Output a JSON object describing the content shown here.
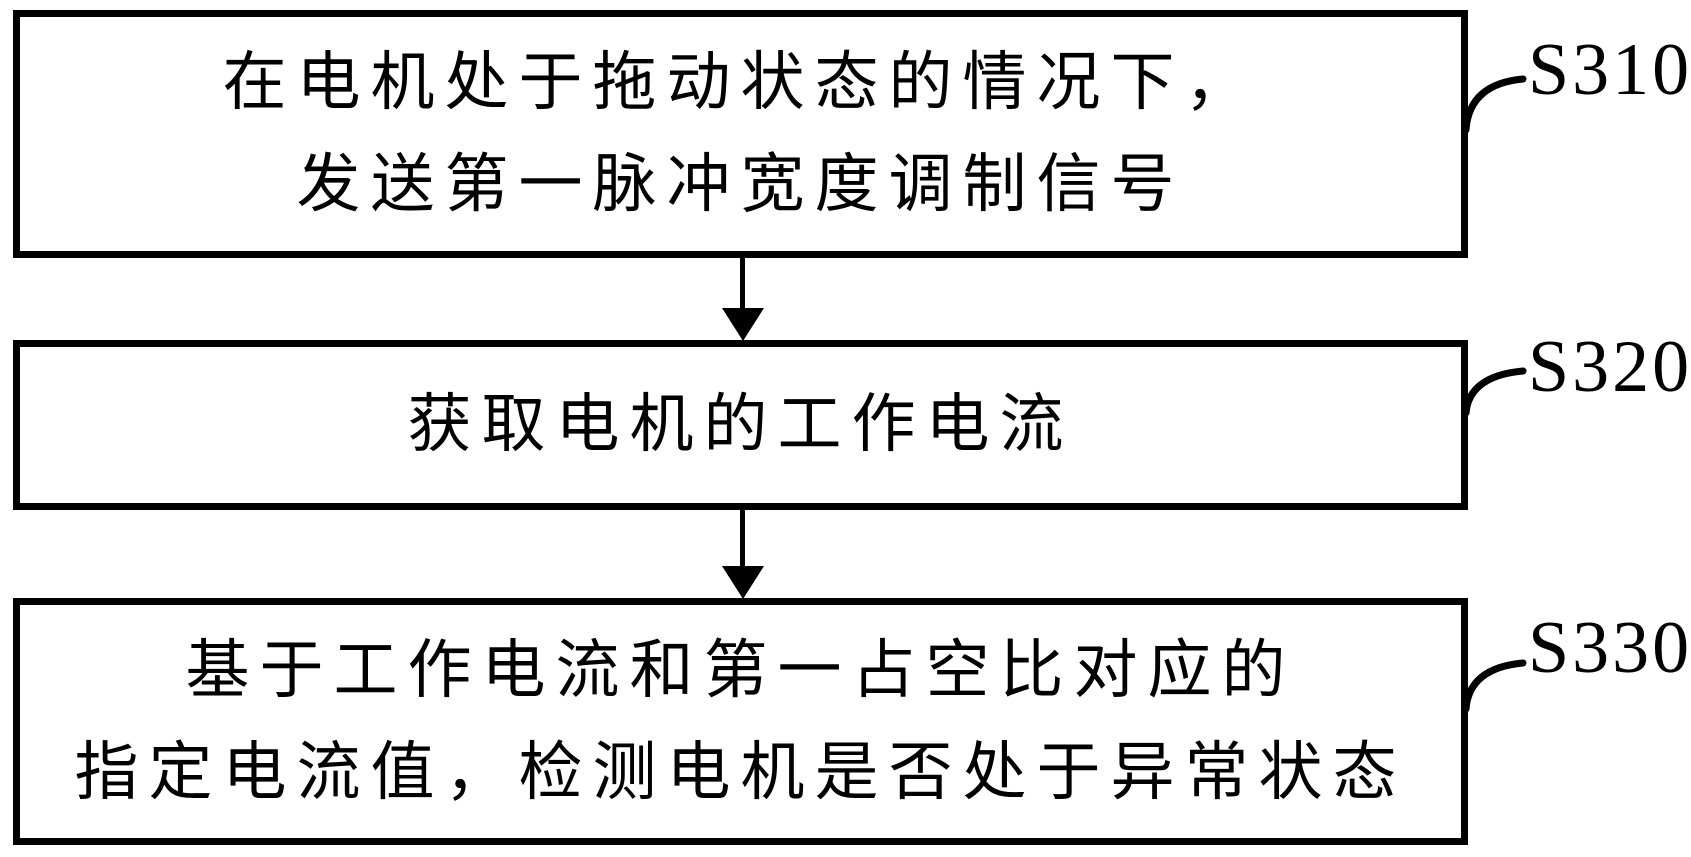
{
  "diagram": {
    "type": "flowchart",
    "background_color": "#ffffff",
    "line_color": "#000000",
    "steps": [
      {
        "label": "S310",
        "lines": [
          "在电机处于拖动状态的情况下，",
          "发送第一脉冲宽度调制信号"
        ]
      },
      {
        "label": "S320",
        "lines": [
          "获取电机的工作电流"
        ]
      },
      {
        "label": "S330",
        "lines": [
          "基于工作电流和第一占空比对应的",
          "指定电流值，检测电机是否处于异常状态"
        ]
      }
    ],
    "connectors": [
      {
        "from": "S310",
        "to": "S320",
        "style": "down-arrow"
      },
      {
        "from": "S320",
        "to": "S330",
        "style": "down-arrow"
      }
    ]
  }
}
